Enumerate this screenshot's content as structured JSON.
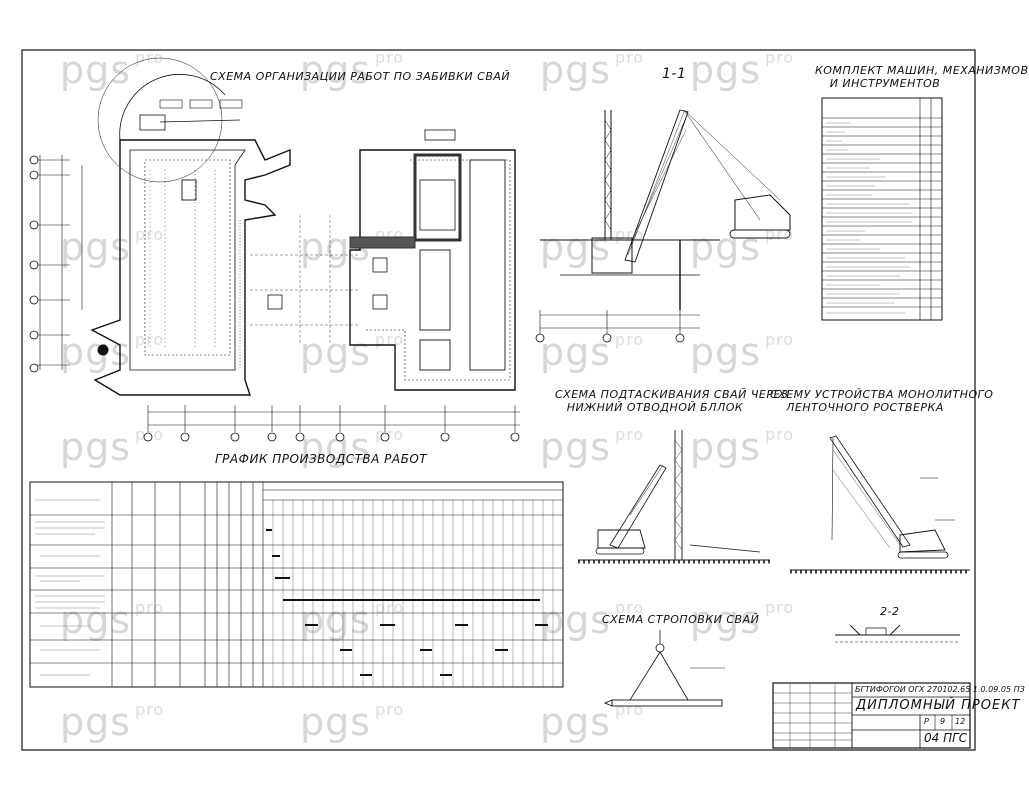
{
  "watermark": {
    "brand": "pgs",
    "suffix": "pro"
  },
  "titles": {
    "piling_scheme": "СХЕМА ОРГАНИЗАЦИИ РАБОТ ПО ЗАБИВКИ СВАЙ",
    "section_1_1": "1-1",
    "machines": "КОМПЛЕКТ МАШИН, МЕХАНИЗМОВ",
    "machines_2": "И ИНСТРУМЕНТОВ",
    "schedule": "ГРАФИК ПРОИЗВОДСТВА РАБОТ",
    "pulling_1": "СХЕМА ПОДТАСКИВАНИЯ СВАЙ ЧЕРЕЗ",
    "pulling_2": "НИЖНИЙ ОТВОДНОЙ БЛЛОК",
    "grillage_1": "СХЕМУ УСТРОЙСТВА МОНОЛИТНОГО",
    "grillage_2": "ЛЕНТОЧНОГО РОСТВЕРКА",
    "slinging": "СХЕМА СТРОПОВКИ СВАЙ",
    "section_2_2": "2-2"
  },
  "stamp": {
    "code": "БГТИФОГОИ ОГХ 270102.65 1.0.09.05 ПЗ",
    "project": "ДИПЛОМНЫЙ ПРОЕКТ",
    "sheet_a": "Р",
    "sheet_b": "9",
    "sheet_c": "12",
    "group": "04 ПГС"
  }
}
